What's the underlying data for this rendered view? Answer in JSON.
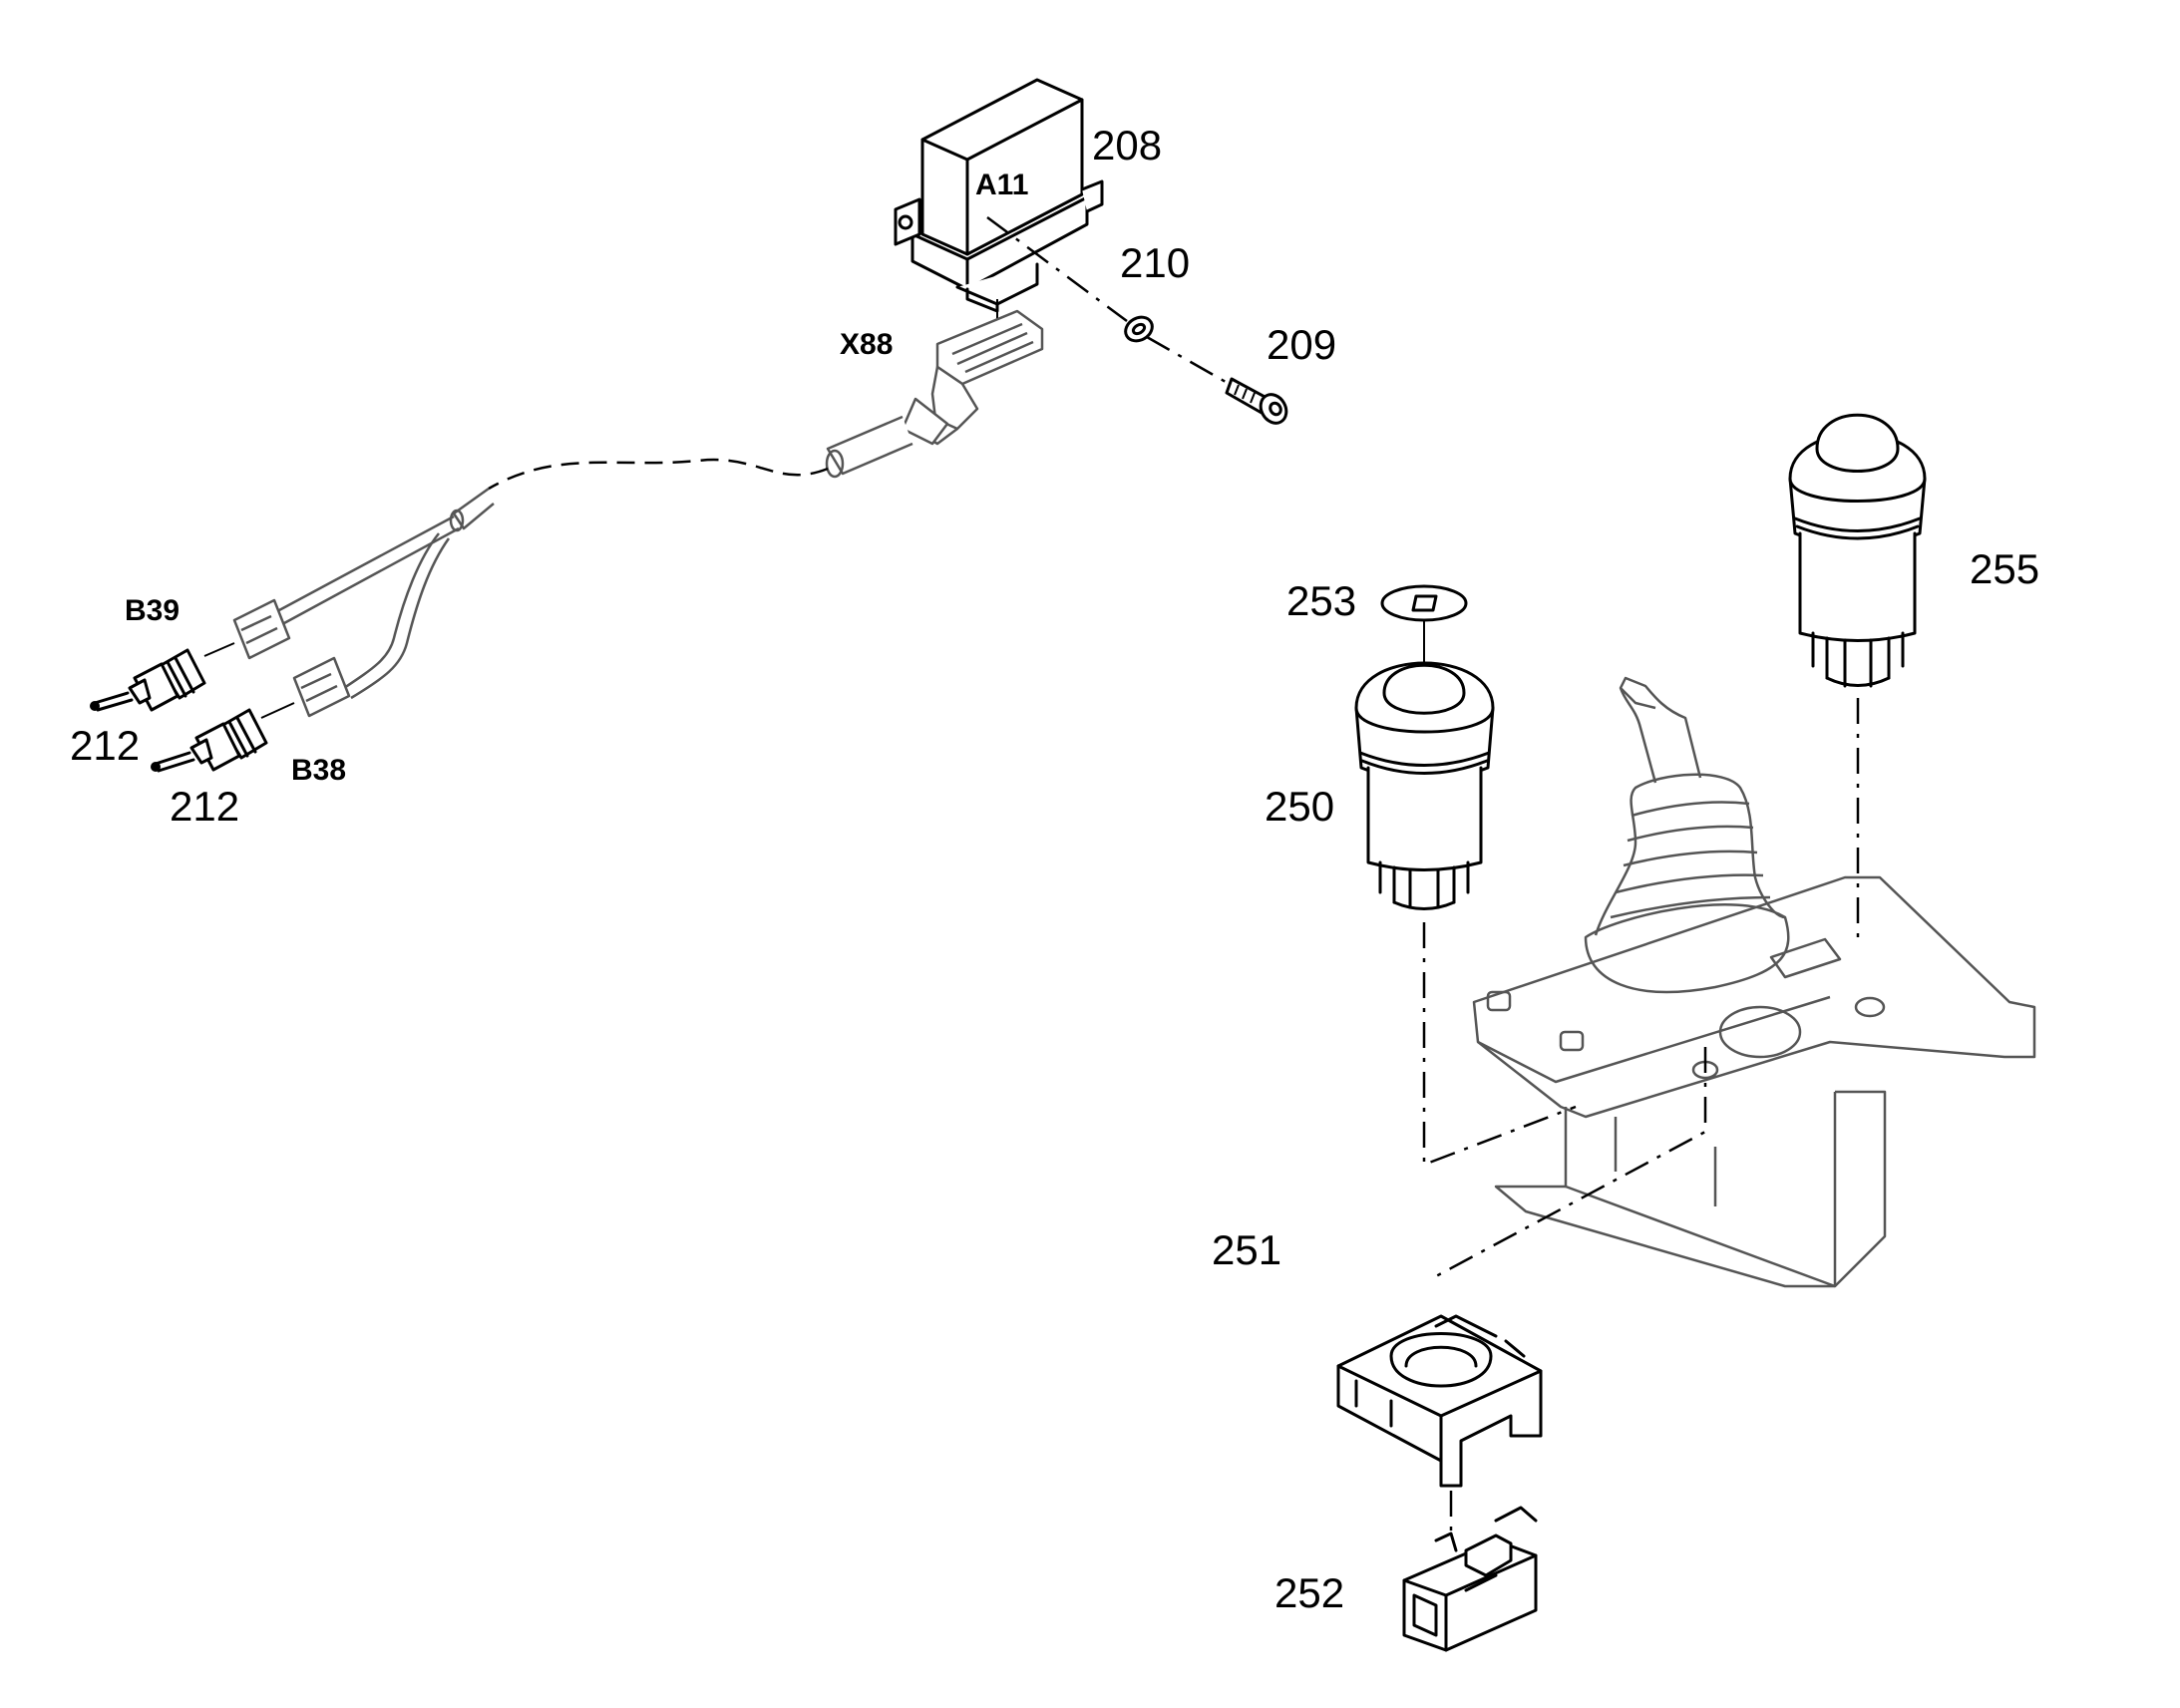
{
  "callouts": {
    "p208": "208",
    "p210": "210",
    "p209": "209",
    "p212a": "212",
    "p212b": "212",
    "p253": "253",
    "p250": "250",
    "p255": "255",
    "p251": "251",
    "p252": "252"
  },
  "designators": {
    "a11": "A11",
    "x88": "X88",
    "b39": "B39",
    "b38": "B38"
  }
}
